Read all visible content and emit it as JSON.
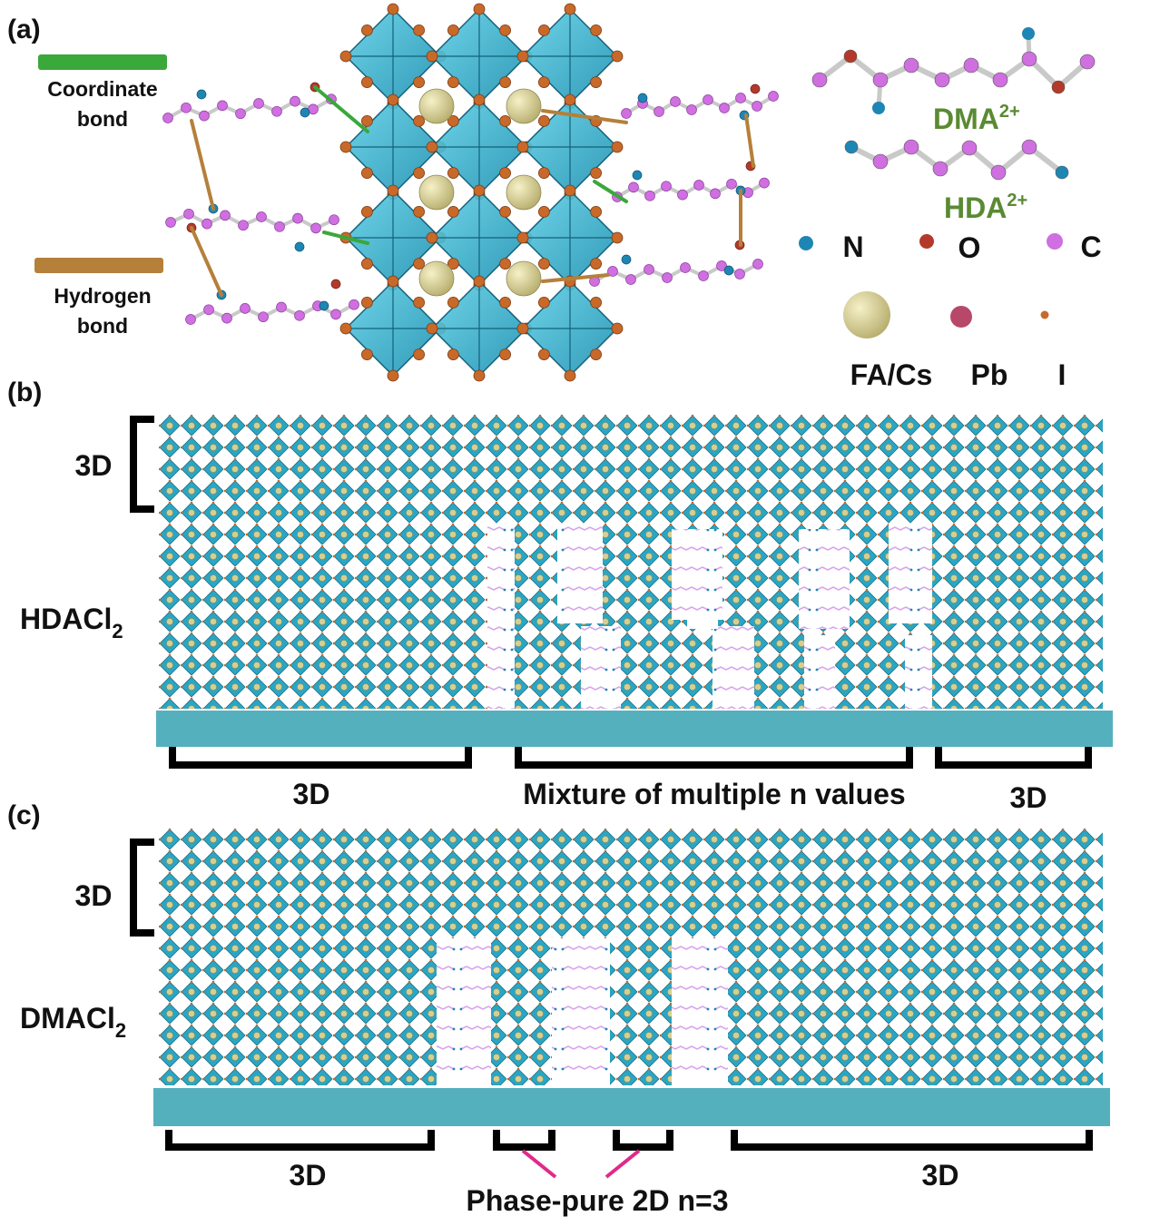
{
  "panels": {
    "a": {
      "label": "(a)",
      "legend": {
        "coordinate_bond": [
          "Coordinate",
          "bond"
        ],
        "hydrogen_bond": [
          "Hydrogen",
          "bond"
        ],
        "dma": "DMA",
        "hda": "HDA",
        "charge": "2+",
        "atoms": {
          "n": "N",
          "o": "O",
          "c": "C",
          "facs": "FA/Cs",
          "pb": "Pb",
          "i": "I"
        }
      },
      "colors": {
        "coordinate_bond": "#3aa83a",
        "hydrogen_bond": "#b5803a",
        "octahedron": "#2aa6c4",
        "n": "#1e86b4",
        "o": "#b33a2a",
        "c": "#cf6fe0",
        "facs": "#d6cf92",
        "pb": "#b8486a",
        "i": "#c8692a"
      }
    },
    "b": {
      "label": "(b)",
      "side_3d": "3D",
      "side_name": "HDACl",
      "side_sub": "2",
      "bottom": [
        "3D",
        "Mixture of multiple n values",
        "3D"
      ]
    },
    "c": {
      "label": "(c)",
      "side_3d": "3D",
      "side_name": "DMACl",
      "side_sub": "2",
      "bottom": [
        "3D",
        "Phase-pure 2D n=3",
        "3D"
      ]
    }
  },
  "colors": {
    "substrate": "#55b0be",
    "lattice": "#2aa6c4",
    "spacer": "#d9a6ec",
    "pointer": "#e02a8a"
  }
}
